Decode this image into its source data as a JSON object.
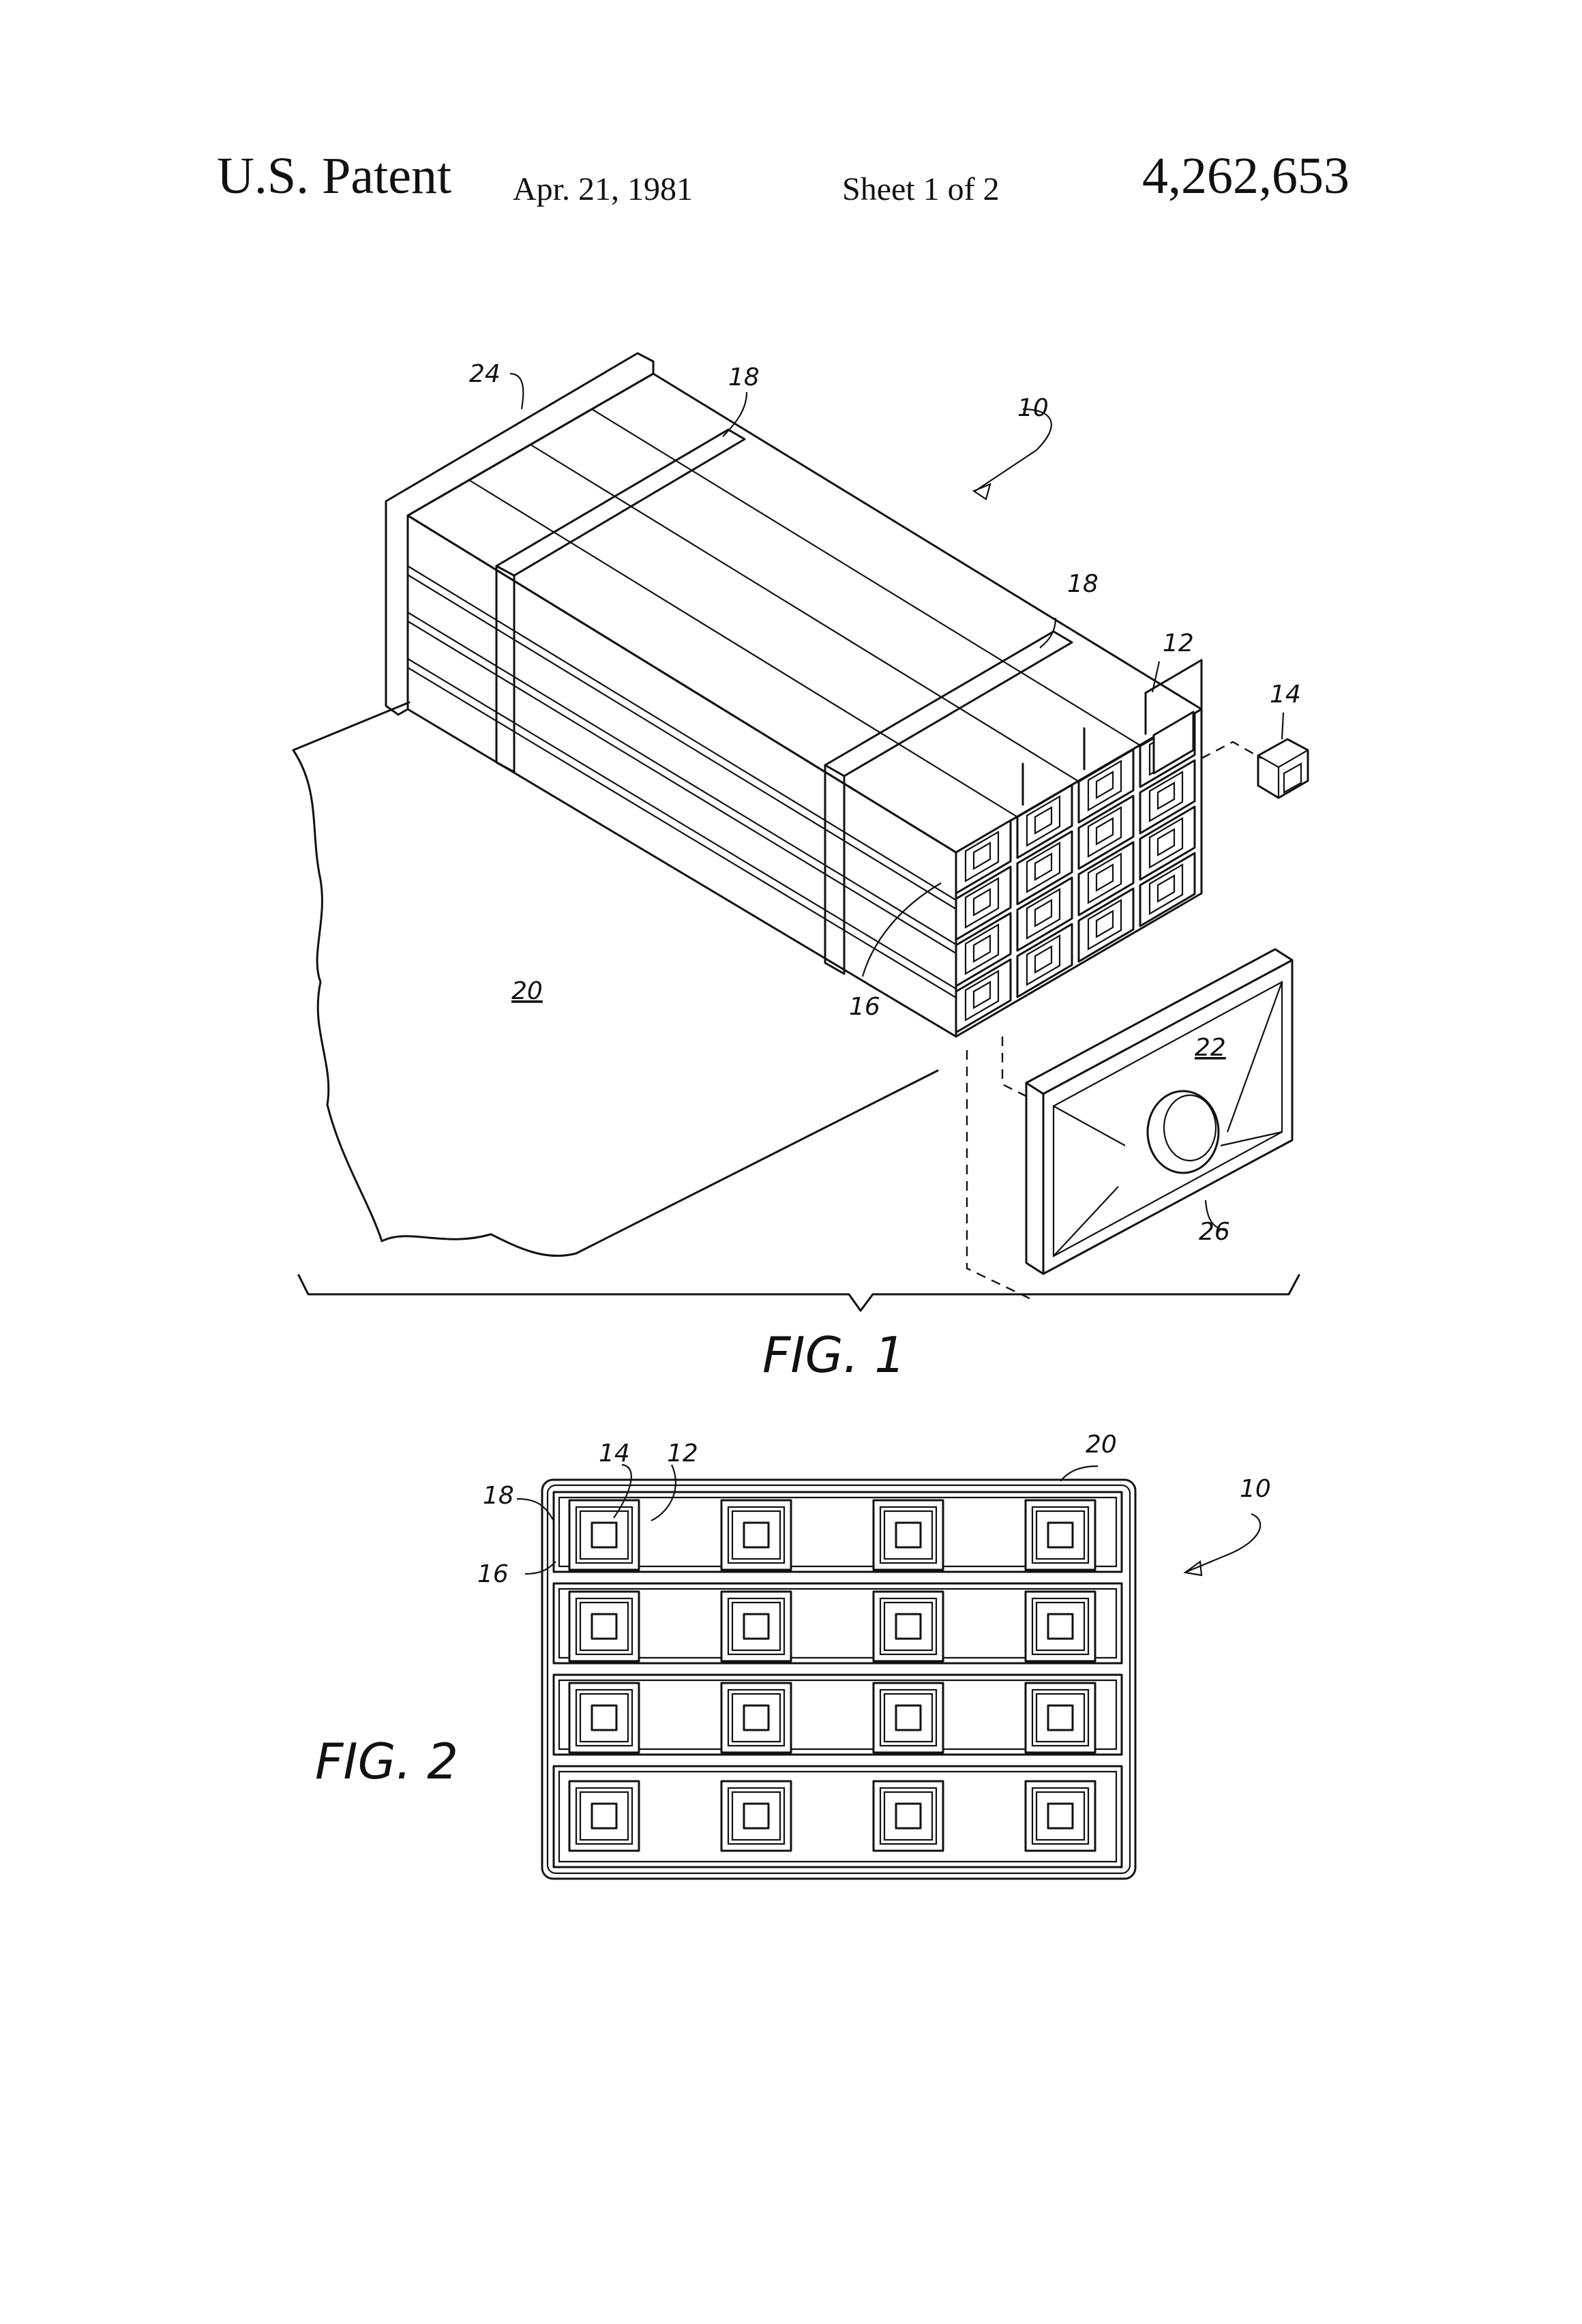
{
  "header": {
    "title": "U.S. Patent",
    "date": "Apr. 21, 1981",
    "sheet": "Sheet 1 of 2",
    "patent_number": "4,262,653"
  },
  "figures": {
    "fig1": {
      "caption": "FIG. 1",
      "refs": {
        "r10": "10",
        "r12": "12",
        "r14": "14",
        "r16": "16",
        "r18a": "18",
        "r18b": "18",
        "r20": "20",
        "r22": "22",
        "r24": "24",
        "r26": "26"
      }
    },
    "fig2": {
      "caption": "FIG. 2",
      "refs": {
        "r10": "10",
        "r12": "12",
        "r14": "14",
        "r16": "16",
        "r18": "18",
        "r20": "20"
      }
    }
  }
}
